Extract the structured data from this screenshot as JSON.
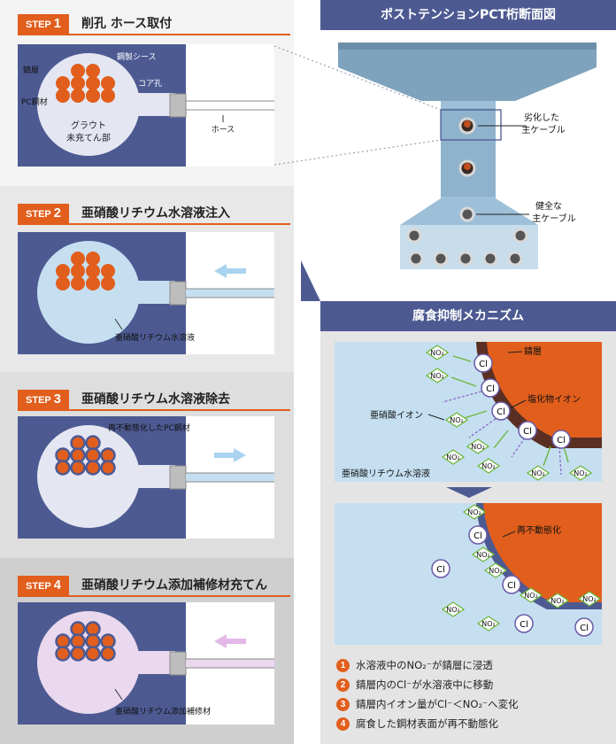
{
  "colors": {
    "accent": "#e15e1c",
    "navy": "#4d5a92",
    "cable": "#e15e1c",
    "blue_solution": "#c5dff1",
    "pink_solution": "#ead8ee",
    "grout": "#e4e7f2",
    "girder": "#8fb3cd"
  },
  "steps": [
    {
      "badge_prefix": "STEP",
      "number": "1",
      "title": "削孔 ホース取付",
      "labels": {
        "rust": "錆層",
        "sheath": "鋼製シース",
        "pc": "PC鋼材",
        "core": "コア孔",
        "grout": "グラウト",
        "grout2": "未充てん部",
        "hose": "ホース"
      }
    },
    {
      "badge_prefix": "STEP",
      "number": "2",
      "title": "亜硝酸リチウム水溶液注入",
      "labels": {
        "solution": "亜硝酸リチウム水溶液"
      }
    },
    {
      "badge_prefix": "STEP",
      "number": "3",
      "title": "亜硝酸リチウム水溶液除去",
      "labels": {
        "passive": "再不動態化したPC鋼材"
      }
    },
    {
      "badge_prefix": "STEP",
      "number": "4",
      "title": "亜硝酸リチウム添加補修材充てん",
      "labels": {
        "material": "亜硝酸リチウム添加補修材"
      }
    }
  ],
  "section_cross": {
    "title": "ポストテンションPCT桁断面図",
    "label_bad_1": "劣化した",
    "label_bad_2": "主ケーブル",
    "label_good_1": "健全な",
    "label_good_2": "主ケーブル"
  },
  "section_mech": {
    "title": "腐食抑制メカニズム",
    "rust": "錆層",
    "chloride": "塩化物イオン",
    "nitrite_ion": "亜硝酸イオン",
    "solution": "亜硝酸リチウム水溶液",
    "repassive": "再不動態化",
    "no2": "NO₂",
    "no2_sup": "-",
    "cl": "Cl",
    "cl_sup": "-"
  },
  "legend": [
    {
      "num": "1",
      "text": "水溶液中のNO₂⁻が錆層に浸透"
    },
    {
      "num": "2",
      "text": "錆層内のCl⁻が水溶液中に移動"
    },
    {
      "num": "3",
      "text": "錆層内イオン量がCl⁻＜NO₂⁻へ変化"
    },
    {
      "num": "4",
      "text": "腐食した鋼材表面が再不動態化"
    }
  ]
}
